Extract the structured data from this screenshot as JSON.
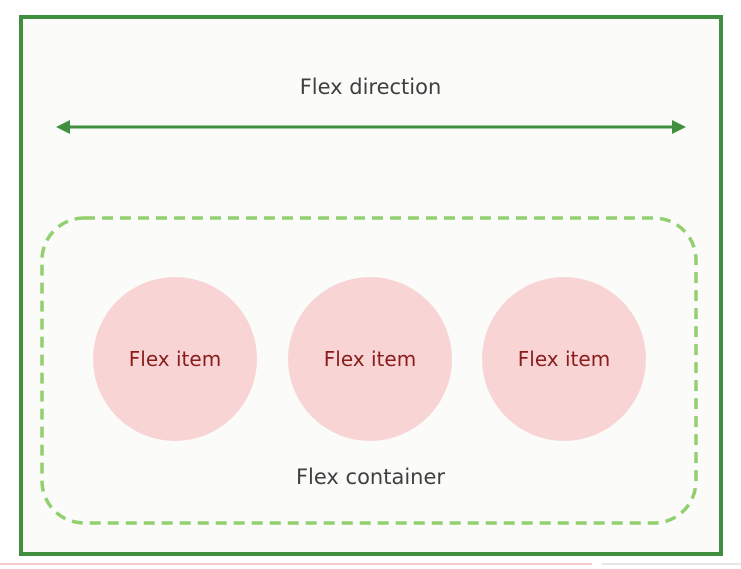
{
  "diagram": {
    "direction_label": "Flex direction",
    "container_label": "Flex container",
    "items": [
      {
        "label": "Flex item"
      },
      {
        "label": "Flex item"
      },
      {
        "label": "Flex item"
      }
    ],
    "colors": {
      "frame": "#3f8f3f",
      "arrow": "#3f8f3f",
      "container_border": "#92cf6f",
      "item_fill": "#f8d4d4",
      "item_text": "#8a1c1c",
      "label_text": "#404040"
    }
  }
}
